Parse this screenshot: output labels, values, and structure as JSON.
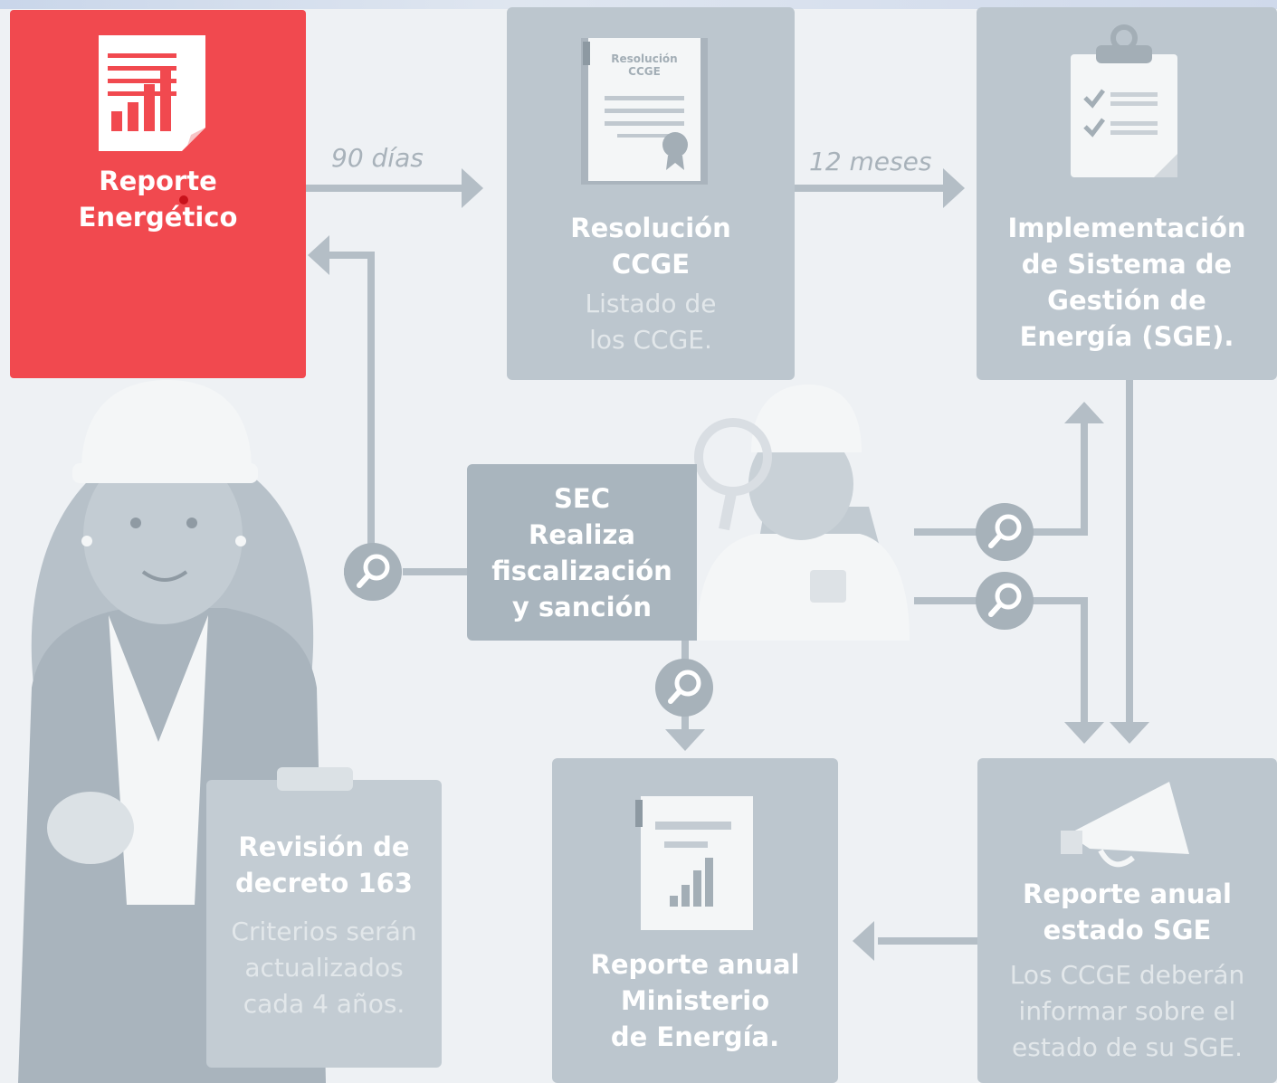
{
  "reporte": {
    "title_line1": "Reporte",
    "title_line2": "Energético"
  },
  "arrow_90": "90 días",
  "arrow_12": "12 meses",
  "resolucion": {
    "doc_title_line1": "Resolución",
    "doc_title_line2": "CCGE",
    "title_line1": "Resolución",
    "title_line2": "CCGE",
    "sub_line1": "Listado de",
    "sub_line2": "los CCGE."
  },
  "implementacion": {
    "line1": "Implementación",
    "line2": "de Sistema de",
    "line3": "Gestión de",
    "line4": "Energía (SGE)."
  },
  "sec": {
    "line1": "SEC",
    "line2": "Realiza",
    "line3": "fiscalización",
    "line4": "y sanción"
  },
  "revision": {
    "title_line1": "Revisión de",
    "title_line2": "decreto 163",
    "sub_line1": "Criterios serán",
    "sub_line2": "actualizados",
    "sub_line3": "cada 4 años."
  },
  "ministerio": {
    "line1": "Reporte anual",
    "line2": "Ministerio",
    "line3": "de Energía."
  },
  "estado_sge": {
    "title_line1": "Reporte anual",
    "title_line2": "estado SGE",
    "sub_line1": "Los CCGE deberán",
    "sub_line2": "informar sobre el",
    "sub_line3": "estado de su SGE."
  },
  "colors": {
    "accent_red": "#f1494f",
    "box_gray": "#bcc6ce",
    "line_gray": "#b4bec6"
  }
}
